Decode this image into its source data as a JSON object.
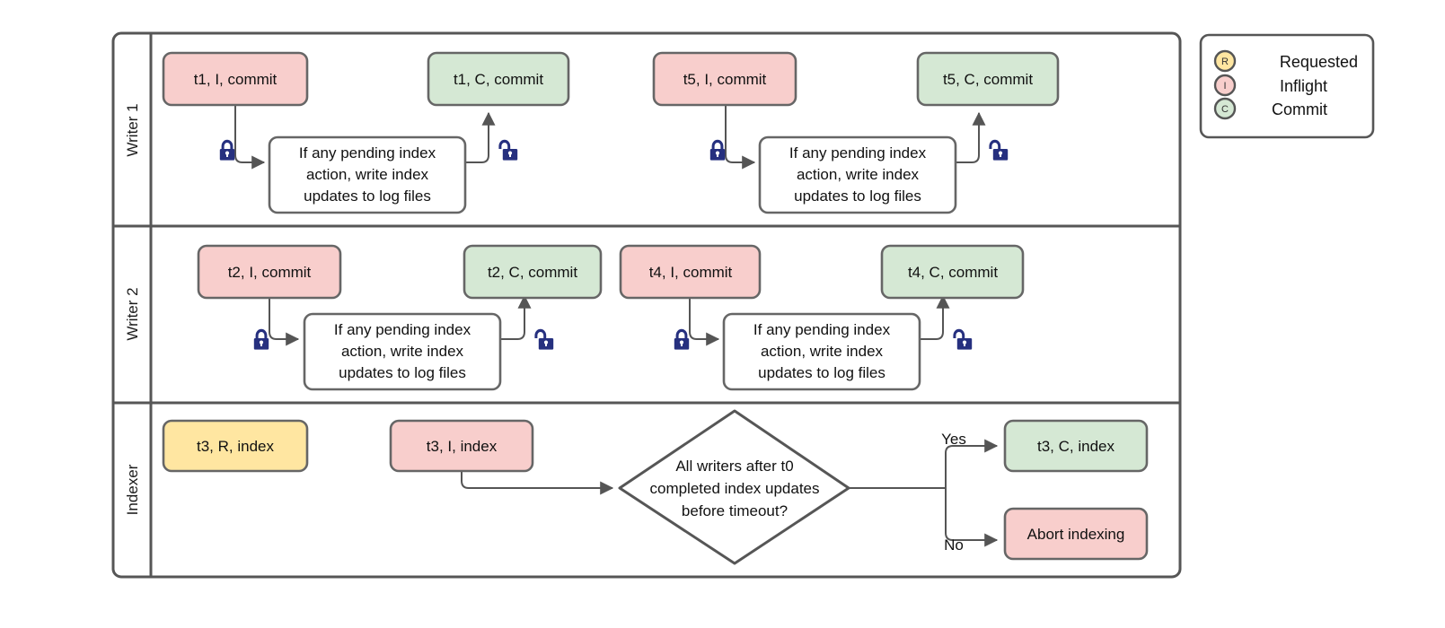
{
  "diagram": {
    "title": "Concurrent writer / indexer commit flow swimlane",
    "colors": {
      "inflight_fill": "#f8cecc",
      "commit_fill": "#d5e8d4",
      "requested_fill": "#ffe6a1",
      "process_fill": "#ffffff",
      "node_stroke": "#666666",
      "frame_stroke": "#565656",
      "edge_stroke": "#555555",
      "lock_color": "#26307f",
      "text": "#111111"
    },
    "lanes": [
      {
        "id": "writer1",
        "label": "Writer 1"
      },
      {
        "id": "writer2",
        "label": "Writer 2"
      },
      {
        "id": "indexer",
        "label": "Indexer"
      }
    ],
    "process_text": {
      "line1": "If any pending index",
      "line2": "action, write index",
      "line3": "updates to log files"
    },
    "writer1": {
      "inflight_1": "t1, I, commit",
      "commit_1": "t1, C, commit",
      "inflight_2": "t5, I, commit",
      "commit_2": "t5, C, commit",
      "lock_1": "lock-closed",
      "unlock_1": "lock-open",
      "lock_2": "lock-closed",
      "unlock_2": "lock-open"
    },
    "writer2": {
      "inflight_1": "t2, I, commit",
      "commit_1": "t2, C, commit",
      "inflight_2": "t4, I, commit",
      "commit_2": "t4, C, commit",
      "lock_1": "lock-closed",
      "unlock_1": "lock-open",
      "lock_2": "lock-closed",
      "unlock_2": "lock-open"
    },
    "indexer": {
      "requested": "t3, R, index",
      "inflight": "t3, I, index",
      "decision": {
        "line1": "All writers after t0",
        "line2": "completed index updates",
        "line3": "before timeout?"
      },
      "yes_label": "Yes",
      "no_label": "No",
      "commit": "t3, C, index",
      "abort": "Abort indexing"
    }
  },
  "legend": {
    "items": [
      {
        "glyph": "R",
        "label": "Requested",
        "fill": "#ffe6a1"
      },
      {
        "glyph": "I",
        "label": "Inflight",
        "fill": "#f8cecc"
      },
      {
        "glyph": "C",
        "label": "Commit",
        "fill": "#d5e8d4"
      }
    ]
  }
}
